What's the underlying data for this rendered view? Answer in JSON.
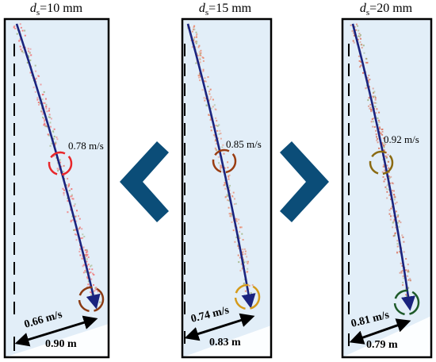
{
  "panels": [
    {
      "title_var": "d",
      "title_sub": "s",
      "title_val": "=10 mm",
      "speed_mid": "0.78 m/s",
      "speed_end": "0.66 m/s",
      "distance": "0.90 m",
      "circle_mid_color": "#e8262a",
      "circle_end_color": "#8a3a12",
      "particle_color": "#f26a6a"
    },
    {
      "title_var": "d",
      "title_sub": "s",
      "title_val": "=15 mm",
      "speed_mid": "0.85 m/s",
      "speed_end": "0.74 m/s",
      "distance": "0.83 m",
      "circle_mid_color": "#9a3d12",
      "circle_end_color": "#d49a1a",
      "particle_color": "#e9866a"
    },
    {
      "title_var": "d",
      "title_sub": "s",
      "title_val": "=20 mm",
      "speed_mid": "0.92 m/s",
      "speed_end": "0.81 m/s",
      "distance": "0.79 m",
      "circle_mid_color": "#8a6a12",
      "circle_end_color": "#1e5a2a",
      "particle_color": "#d9705a"
    }
  ],
  "colors": {
    "panel_bg": "#e2eef8",
    "frame": "#000000",
    "trajectory": "#1a237e",
    "chevron": "#0b4d78"
  }
}
